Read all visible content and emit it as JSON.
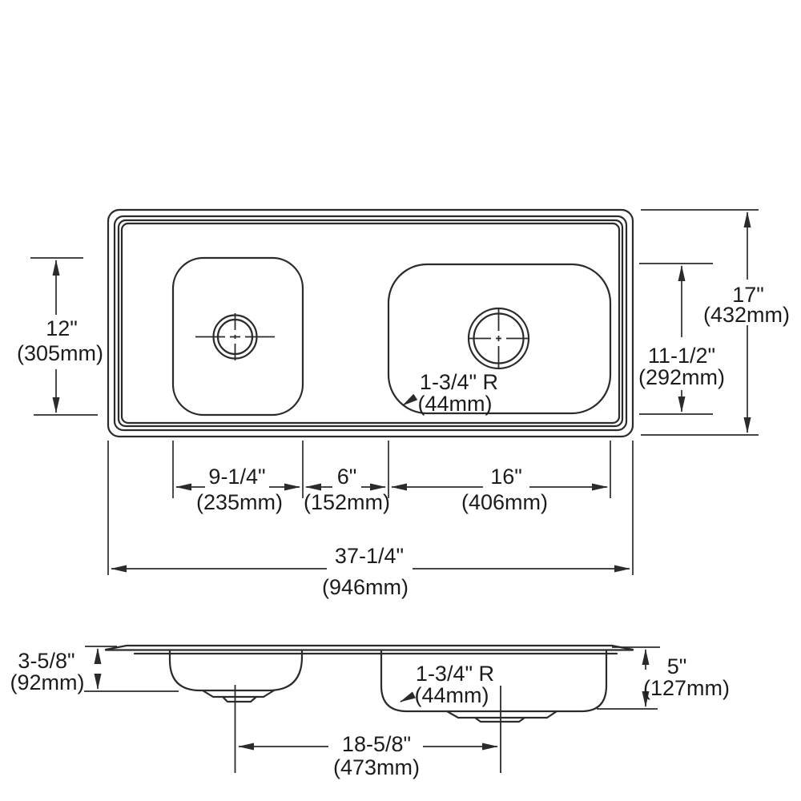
{
  "top_view": {
    "left_bowl_depth": {
      "inches": "12\"",
      "metric": "(305mm)"
    },
    "overall_front_to_back": {
      "inches": "17\"",
      "metric": "(432mm)"
    },
    "right_bowl_front_to_back": {
      "inches": "11-1/2\"",
      "metric": "(292mm)"
    },
    "left_bowl_width": {
      "inches": "9-1/4\"",
      "metric": "(235mm)"
    },
    "bowl_spacing": {
      "inches": "6\"",
      "metric": "(152mm)"
    },
    "right_bowl_width": {
      "inches": "16\"",
      "metric": "(406mm)"
    },
    "overall_width": {
      "inches": "37-1/4\"",
      "metric": "(946mm)"
    },
    "bowl_corner_radius": {
      "inches": "1-3/4\" R",
      "metric": "(44mm)"
    }
  },
  "side_view": {
    "left_bowl_depth": {
      "inches": "3-5/8\"",
      "metric": "(92mm)"
    },
    "right_bowl_depth": {
      "inches": "5\"",
      "metric": "(127mm)"
    },
    "drain_center_spacing": {
      "inches": "18-5/8\"",
      "metric": "(473mm)"
    },
    "bowl_corner_radius": {
      "inches": "1-3/4\" R",
      "metric": "(44mm)"
    }
  }
}
